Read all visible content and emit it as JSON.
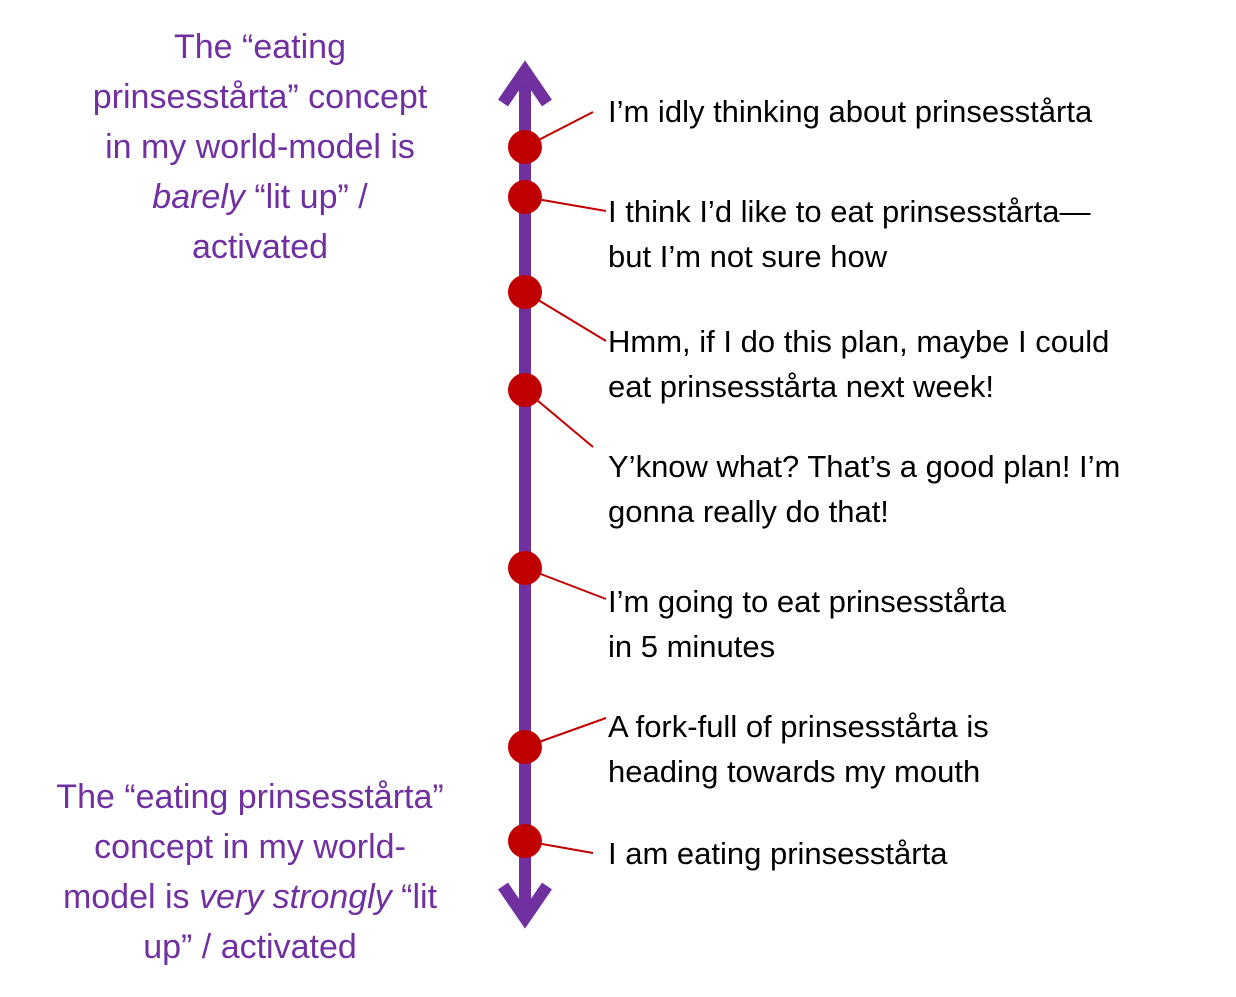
{
  "top_label": {
    "line1": "The “eating",
    "line2": "prinsesstårta” concept",
    "line3": "in my world-model is",
    "line4_emphasis": "barely",
    "line4_rest": " “lit up” /",
    "line5": "activated"
  },
  "bottom_label": {
    "line1": "The “eating prinsesstårta”",
    "line2": "concept in my world-",
    "line3_start": "model is ",
    "line3_emphasis": "very strongly",
    "line3_rest": " “lit",
    "line4": "up” / activated"
  },
  "steps": [
    {
      "line1": "I’m idly thinking about prinsesstårta",
      "line2": ""
    },
    {
      "line1": "I think I’d like to eat prinsesstårta—",
      "line2": "but I’m not sure how"
    },
    {
      "line1": "Hmm, if I do this plan, maybe I could",
      "line2": "eat prinsesstårta next week!"
    },
    {
      "line1": "Y’know what? That’s a good plan! I’m",
      "line2": "gonna really do that!"
    },
    {
      "line1": "I’m going to eat prinsesstårta",
      "line2": "in 5 minutes"
    },
    {
      "line1": "A fork-full of prinsesstårta is",
      "line2": "heading towards my mouth"
    },
    {
      "line1": "I am eating prinsesstårta",
      "line2": ""
    }
  ],
  "colors": {
    "axis": "#7030a0",
    "dot": "#c00000",
    "connector": "#c00000",
    "label_text": "#7030a0",
    "step_text": "#000000"
  },
  "icons": {
    "axis_top": "arrow-up-icon",
    "axis_bottom": "arrow-down-icon"
  }
}
